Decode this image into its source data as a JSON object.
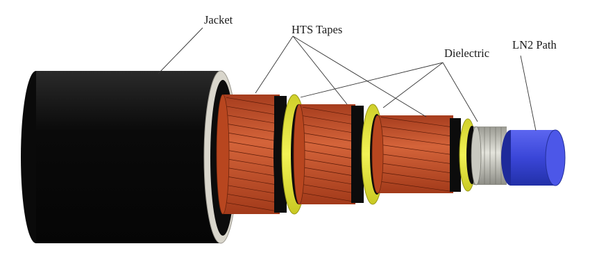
{
  "labels": {
    "jacket": "Jacket",
    "hts_tapes": "HTS Tapes",
    "dielectric": "Dielectric",
    "ln2_path": "LN2 Path"
  },
  "colors": {
    "jacket": "#0a0a0a",
    "jacket_rim": "#d9d6cc",
    "hts_tape": "#c2522b",
    "hts_tape_dark": "#8e3318",
    "hts_line": "#5a1a08",
    "dielectric": "#e6e640",
    "dielectric_dark": "#b8b820",
    "insulation": "#0c0c0c",
    "former": "#cfcfc6",
    "ln2_path": "#3b47d6",
    "leader": "#333333"
  }
}
